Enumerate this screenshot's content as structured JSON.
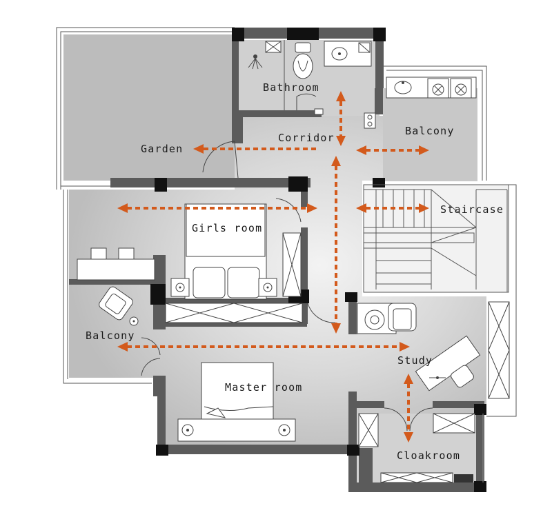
{
  "rooms": {
    "bathroom": "Bathroom",
    "corridor": "Corridor",
    "garden": "Garden",
    "balcony_top": "Balcony",
    "staircase": "Staircase",
    "girls_room": "Girls room",
    "balcony_left": "Balcony",
    "study": "Study",
    "master_room": "Master room",
    "cloakroom": "Cloakroom"
  },
  "colors": {
    "wall": "#5b5b5b",
    "pillar": "#111111",
    "arrow": "#d35a1c",
    "floor": "#d7d7d7"
  }
}
